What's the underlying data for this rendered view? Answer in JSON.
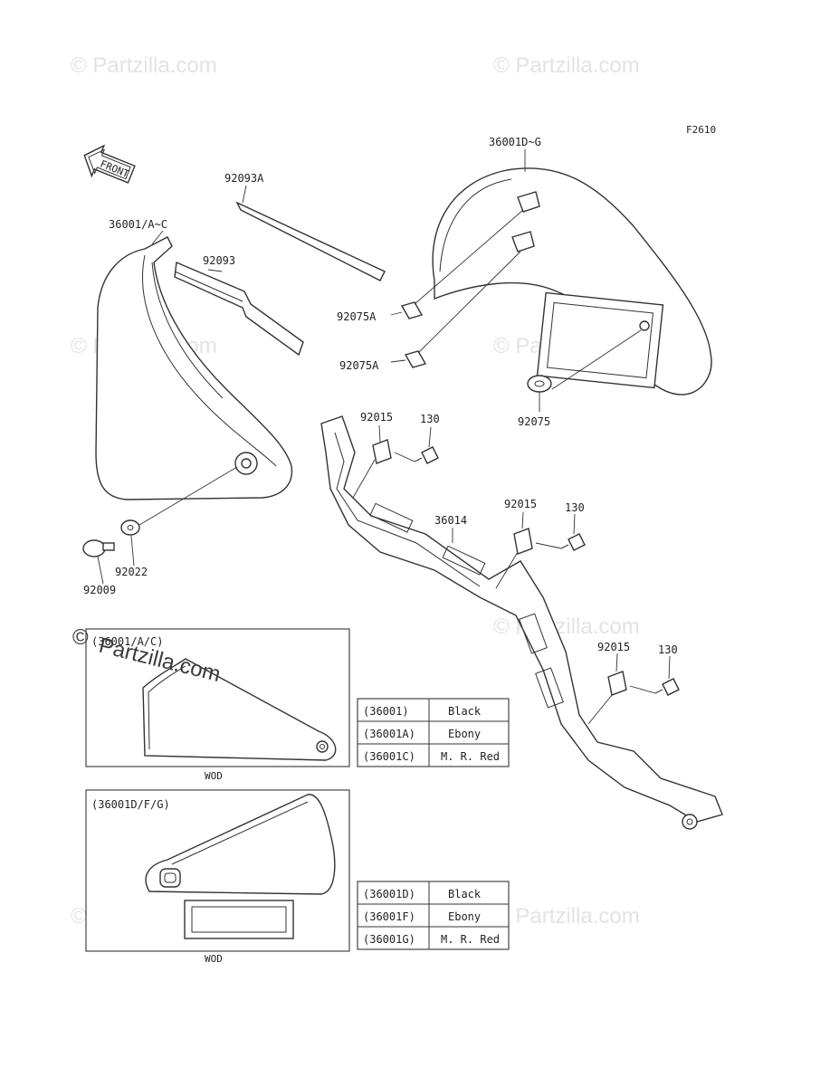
{
  "figure_code": "F2610",
  "front_arrow_label": "FRONT",
  "watermark": "© Partzilla.com",
  "callouts": {
    "side_cover_right": "36001D~G",
    "side_cover_left": "36001/A~C",
    "trim_92093A": "92093A",
    "trim_92093": "92093",
    "clip_upper": "92075A",
    "clip_lower": "92075A",
    "grommet": "92075",
    "bracket": "36014",
    "nut_1": "92015",
    "nut_2": "92015",
    "nut_3": "92015",
    "bolt_1": "130",
    "bolt_2": "130",
    "bolt_3": "130",
    "washer": "92022",
    "screw": "92009"
  },
  "inset_1": {
    "title": "(36001/A/C)",
    "caption": "WOD",
    "table": [
      {
        "code": "(36001)",
        "color": "Black"
      },
      {
        "code": "(36001A)",
        "color": "Ebony"
      },
      {
        "code": "(36001C)",
        "color": "M. R. Red"
      }
    ]
  },
  "inset_2": {
    "title": "(36001D/F/G)",
    "caption": "WOD",
    "table": [
      {
        "code": "(36001D)",
        "color": "Black"
      },
      {
        "code": "(36001F)",
        "color": "Ebony"
      },
      {
        "code": "(36001G)",
        "color": "M. R. Red"
      }
    ]
  }
}
